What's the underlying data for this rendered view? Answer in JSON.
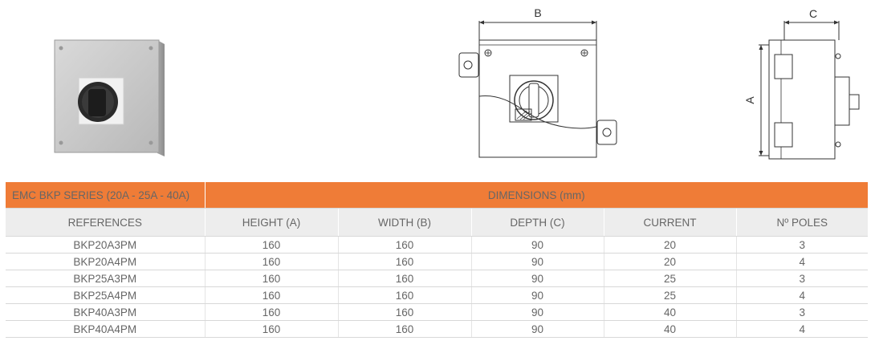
{
  "figures": {
    "photo_alt": "",
    "dim_labels": {
      "b": "B",
      "c": "C",
      "a": "A"
    }
  },
  "table": {
    "series_title": "EMC BKP SERIES (20A - 25A - 40A)",
    "dimensions_title": "DIMENSIONS (mm)",
    "columns": [
      "REFERENCES",
      "HEIGHT (A)",
      "WIDTH (B)",
      "DEPTH (C)",
      "CURRENT",
      "Nº POLES"
    ],
    "rows": [
      [
        "BKP20A3PM",
        "160",
        "160",
        "90",
        "20",
        "3"
      ],
      [
        "BKP20A4PM",
        "160",
        "160",
        "90",
        "20",
        "4"
      ],
      [
        "BKP25A3PM",
        "160",
        "160",
        "90",
        "25",
        "3"
      ],
      [
        "BKP25A4PM",
        "160",
        "160",
        "90",
        "25",
        "4"
      ],
      [
        "BKP40A3PM",
        "160",
        "160",
        "90",
        "40",
        "3"
      ],
      [
        "BKP40A4PM",
        "160",
        "160",
        "90",
        "40",
        "4"
      ]
    ]
  },
  "colors": {
    "accent": "#ef7c37",
    "header_gray": "#ededed"
  }
}
